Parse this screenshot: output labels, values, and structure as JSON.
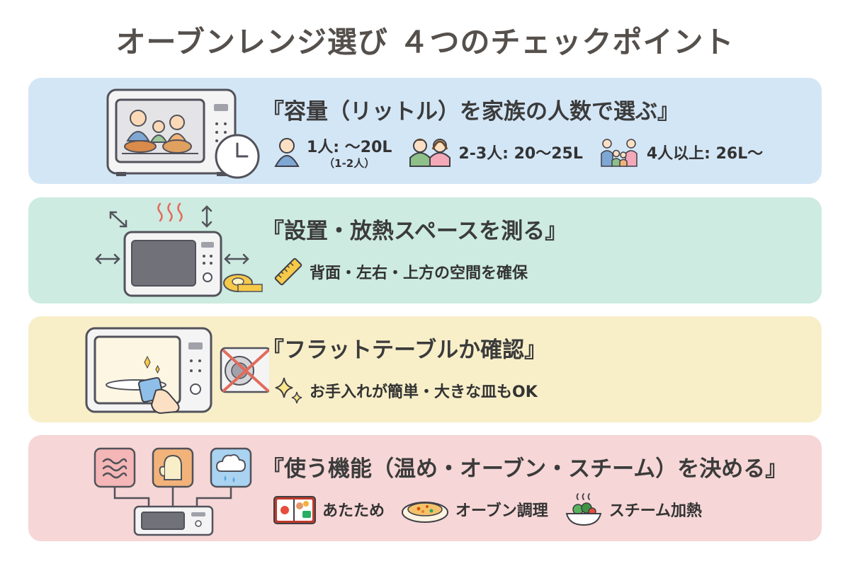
{
  "title": "オーブンレンジ選び ４つのチェックポイント",
  "cards": [
    {
      "title": "『容量（リットル）を家族の人数で選ぶ』",
      "items": [
        {
          "icon": "single-person-icon",
          "text": "1人: 〜20L",
          "sub": "（1-2人）"
        },
        {
          "icon": "couple-icon",
          "text": "2-3人: 20〜25L"
        },
        {
          "icon": "family-icon",
          "text": "4人以上: 26L〜"
        }
      ]
    },
    {
      "title": "『設置・放熱スペースを測る』",
      "items": [
        {
          "icon": "ruler-icon",
          "text": "背面・左右・上方の空間を確保"
        }
      ]
    },
    {
      "title": "『フラットテーブルか確認』",
      "items": [
        {
          "icon": "sparkle-icon",
          "text": "お手入れが簡単・大きな皿もOK"
        }
      ]
    },
    {
      "title": "『使う機能（温め・オーブン・スチーム）を決める』",
      "items": [
        {
          "icon": "bento-icon",
          "text": "あたため"
        },
        {
          "icon": "gratin-icon",
          "text": "オーブン調理"
        },
        {
          "icon": "steamed-vegetables-icon",
          "text": "スチーム加熱"
        }
      ]
    }
  ],
  "colors": {
    "card1": "#d3e6f6",
    "card2": "#cdebe0",
    "card3": "#f8efc9",
    "card4": "#f6d6d6",
    "title": "#55504c"
  }
}
